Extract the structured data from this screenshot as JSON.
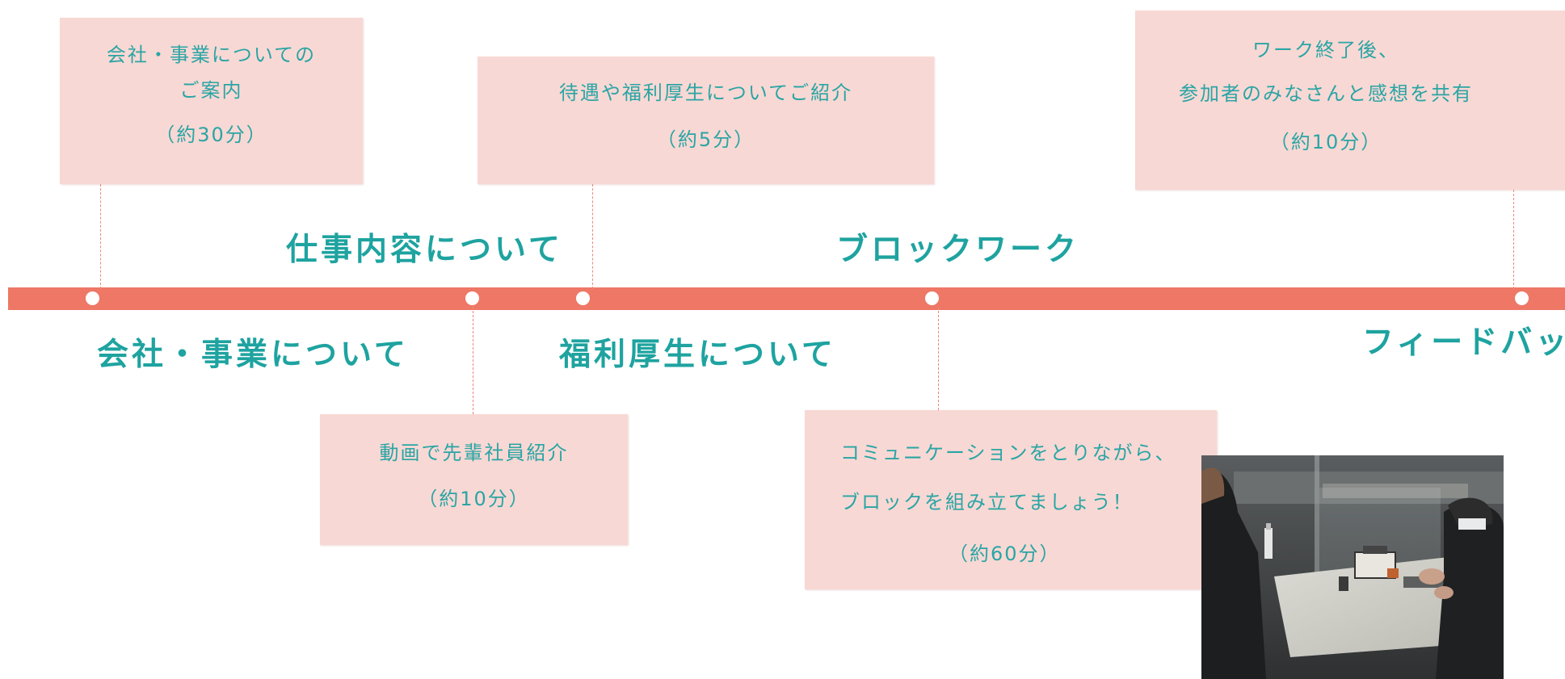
{
  "steps": {
    "company": {
      "title": "会社・事業について",
      "box": [
        "会社・事業についての",
        "ご案内",
        "（約30分）"
      ]
    },
    "work": {
      "title": "仕事内容について",
      "box": [
        "動画で先輩社員紹介",
        "（約10分）"
      ]
    },
    "welfare": {
      "title": "福利厚生について",
      "box": [
        "待遇や福利厚生についてご紹介",
        "（約5分）"
      ]
    },
    "block": {
      "title": "ブロックワーク",
      "box": [
        "コミュニケーションをとりながら、",
        "ブロックを組み立てましょう！",
        "（約60分）"
      ]
    },
    "feedback": {
      "title": "フィードバック",
      "box": [
        "ワーク終了後、",
        "参加者のみなさんと感想を共有",
        "（約10分）"
      ]
    }
  },
  "colors": {
    "track": "#ee7766",
    "box": "#f8d8d4",
    "title": "#1ea3a0",
    "box_text": "#2aa5a5"
  },
  "photo_subject": "people-assembling-blocks-photo"
}
